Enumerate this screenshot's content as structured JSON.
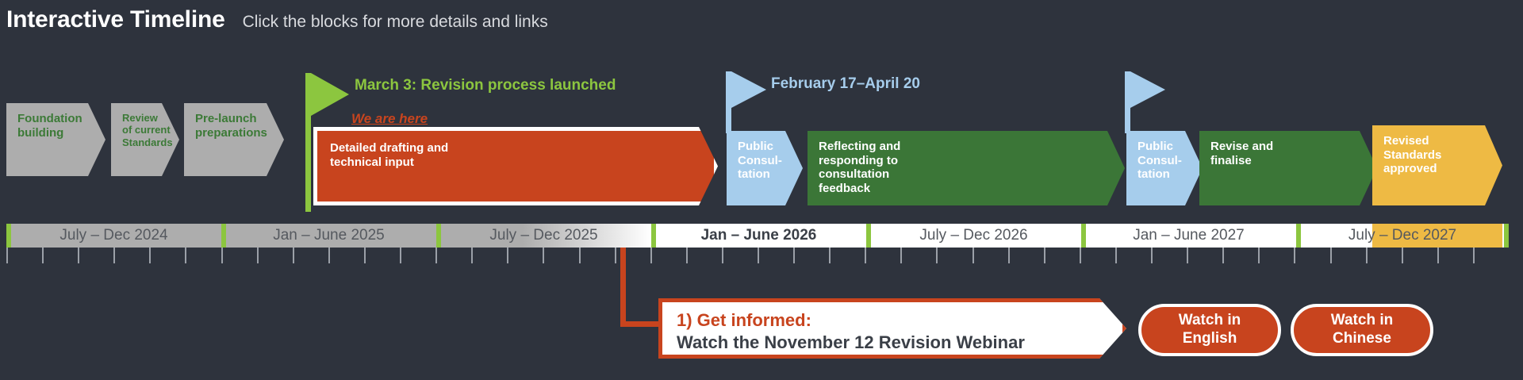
{
  "header": {
    "title": "Interactive Timeline",
    "subtitle": "Click the blocks for more details and links"
  },
  "colors": {
    "background": "#2e333d",
    "gray_block": "#adadad",
    "gray_block_text": "#3c7a37",
    "green_block": "#3b7637",
    "blue_block": "#a6cdec",
    "yellow_block": "#eeba44",
    "orange": "#c8441e",
    "flag_green": "#8cc63f",
    "flag_blue": "#a6cdec",
    "axis_white": "#ffffff",
    "axis_text": "#55595f"
  },
  "phases": [
    {
      "id": "foundation-building",
      "label": "Foundation\nbuilding",
      "style": "gray"
    },
    {
      "id": "review-of-standards",
      "label": "Review\nof current\nStandards",
      "style": "gray"
    },
    {
      "id": "pre-launch",
      "label": "Pre-launch\npreparations",
      "style": "gray"
    },
    {
      "id": "detailed-drafting",
      "label": "Detailed drafting and\ntechnical input",
      "style": "orange"
    },
    {
      "id": "public-consultation-1",
      "label": "Public\nConsul-\ntation",
      "style": "blue"
    },
    {
      "id": "reflecting-responding",
      "label": "Reflecting and\nresponding to\nconsultation\nfeedback",
      "style": "green"
    },
    {
      "id": "public-consultation-2",
      "label": "Public\nConsul-\ntation",
      "style": "blue"
    },
    {
      "id": "revise-and-finalise",
      "label": "Revise and\nfinalise",
      "style": "green"
    },
    {
      "id": "revised-standards",
      "label": "Revised\nStandards\napproved",
      "style": "yellow"
    }
  ],
  "flags": [
    {
      "id": "flag-march-3",
      "label": "March 3: Revision process launched",
      "color": "#8cc63f"
    },
    {
      "id": "flag-feb-17",
      "label": "February 17–April 20",
      "color": "#a6cdec"
    },
    {
      "id": "flag-consult-2",
      "label": "",
      "color": "#a6cdec"
    }
  ],
  "marker": {
    "we_are_here": "We are here"
  },
  "axis": {
    "segments": [
      {
        "label": "July – Dec 2024",
        "emphasis": "dim"
      },
      {
        "label": "Jan – June 2025",
        "emphasis": "dim"
      },
      {
        "label": "July – Dec 2025",
        "emphasis": "fade"
      },
      {
        "label": "Jan – June 2026",
        "emphasis": "strong"
      },
      {
        "label": "July – Dec 2026",
        "emphasis": "normal"
      },
      {
        "label": "Jan – June 2027",
        "emphasis": "normal"
      },
      {
        "label": "July – Dec 2027",
        "emphasis": "normal"
      }
    ],
    "ticks_per_segment": 6
  },
  "cta": {
    "step_label": "1) Get informed:",
    "action_label": "Watch the November 12 Revision Webinar",
    "buttons": [
      {
        "id": "watch-in-english",
        "label": "Watch in\nEnglish"
      },
      {
        "id": "watch-in-chinese",
        "label": "Watch in\nChinese"
      }
    ]
  }
}
